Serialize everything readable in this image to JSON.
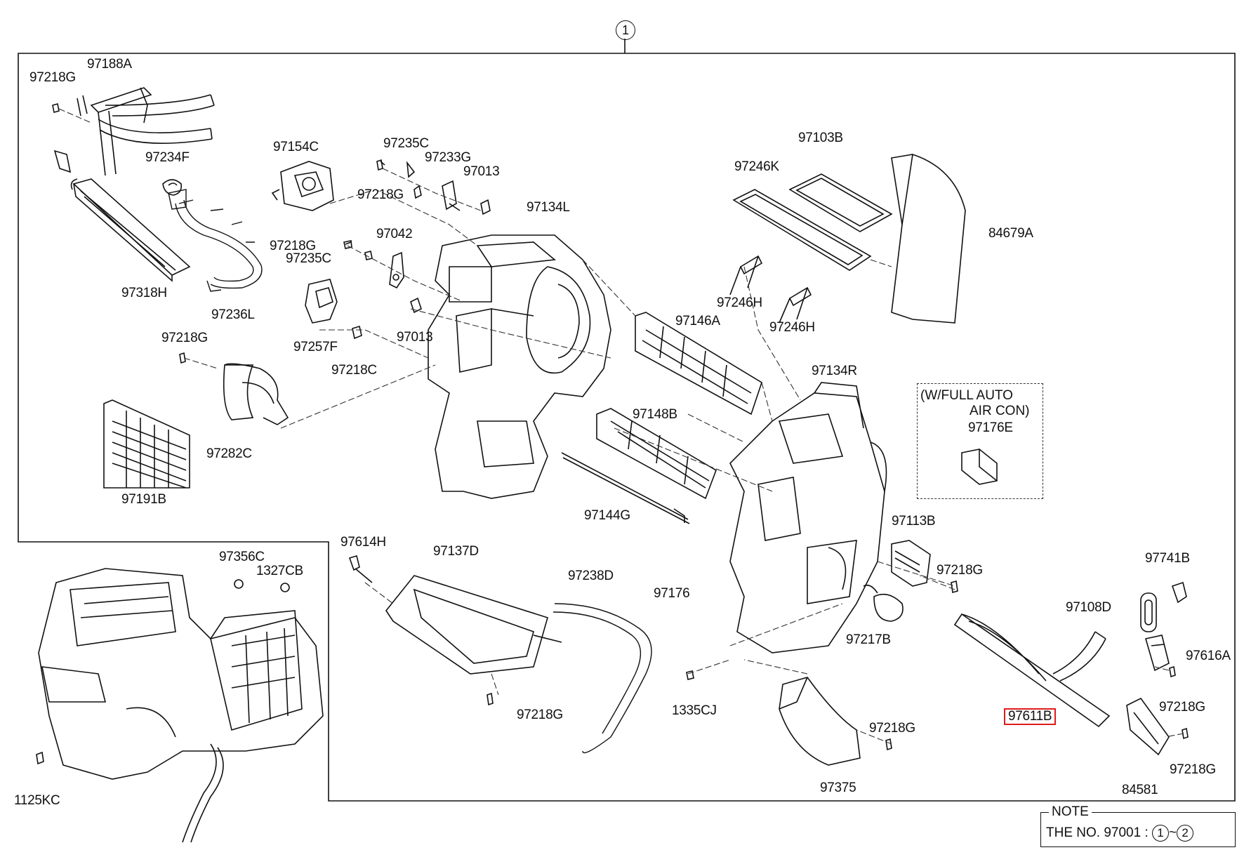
{
  "main_callout": "1",
  "labels": {
    "p97218G_1": "97218G",
    "p97188A": "97188A",
    "p97234F": "97234F",
    "p97318H": "97318H",
    "p97236L": "97236L",
    "p97154C": "97154C",
    "p97235C_1": "97235C",
    "p97233G": "97233G",
    "p97013_1": "97013",
    "p97218G_2": "97218G",
    "p97134L": "97134L",
    "p97103B": "97103B",
    "p97246K": "97246K",
    "p84679A": "84679A",
    "p97218G_3": "97218G",
    "p97235C_2": "97235C",
    "p97042": "97042",
    "p97246H_1": "97246H",
    "p97246H_2": "97246H",
    "p97146A": "97146A",
    "p97257F": "97257F",
    "p97013_2": "97013",
    "p97218G_4": "97218G",
    "p97218C": "97218C",
    "p97134R": "97134R",
    "p97282C": "97282C",
    "p97148B": "97148B",
    "p97191B": "97191B",
    "p97144G": "97144G",
    "p97113B": "97113B",
    "p97614H": "97614H",
    "p97137D": "97137D",
    "p97356C": "97356C",
    "p1327CB": "1327CB",
    "p97238D": "97238D",
    "p97741B": "97741B",
    "p97218G_5": "97218G",
    "p97176": "97176",
    "p97108D": "97108D",
    "p97217B": "97217B",
    "p97616A": "97616A",
    "p97218G_6": "97218G",
    "p1335CJ": "1335CJ",
    "p97218G_7": "97218G",
    "p97611B": "97611B",
    "p97218G_8": "97218G",
    "p97375": "97375",
    "p97218G_9": "97218G",
    "p84581": "84581",
    "p1125KC": "1125KC"
  },
  "option_box": {
    "line1": "(W/FULL AUTO",
    "line2": "AIR CON)",
    "part": "97176E"
  },
  "note": {
    "title": "NOTE",
    "text_prefix": "THE NO. 97001 :",
    "from": "1",
    "tilde": "~",
    "to": "2"
  }
}
